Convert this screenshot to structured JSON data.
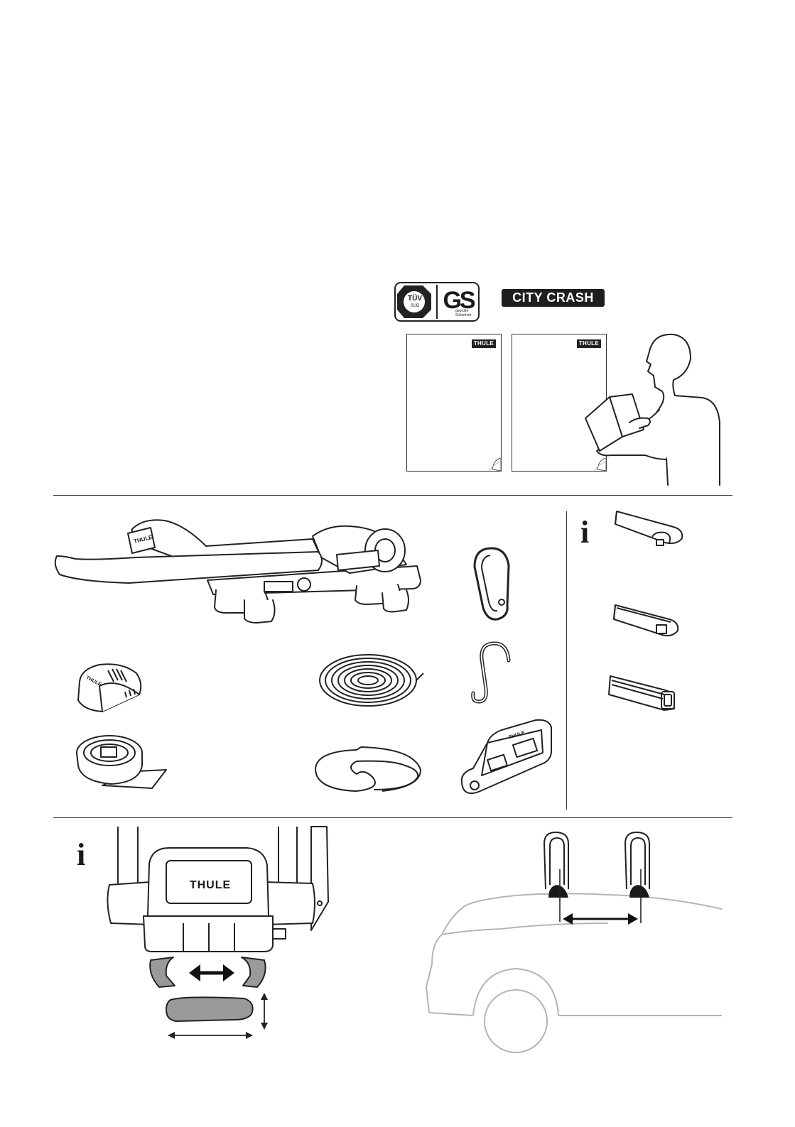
{
  "certifications": {
    "tuv_label": "TÜV",
    "tuv_sub": "SÜD",
    "gs_label": "GS",
    "gs_sub": "geprüfte Sicherheit",
    "city_crash_label": "CITY CRASH"
  },
  "manuals": {
    "brand_left": "THULE",
    "brand_right": "THULE"
  },
  "parts": {
    "carrier_brand": "THULE",
    "endcap_brand": "THULE",
    "tool_brand": "THULE"
  },
  "fitting": {
    "info_glyph_bars": "i",
    "info_glyph_fit": "i",
    "mount_brand": "THULE"
  },
  "colors": {
    "line": "#2a2a2a",
    "grey_fill": "#9a9a9a",
    "car_outline": "#b5b5b5"
  }
}
